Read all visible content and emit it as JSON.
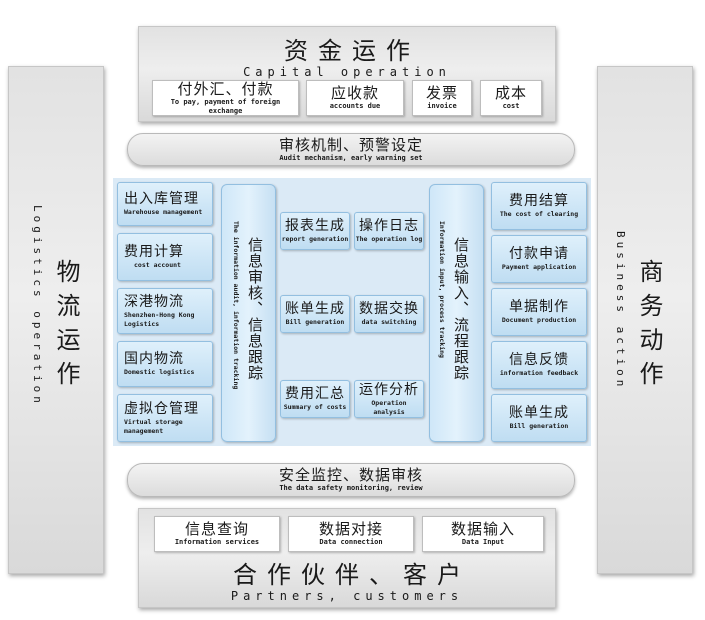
{
  "top": {
    "title_zh": "资金运作",
    "title_en": "Capital operation",
    "items": [
      {
        "zh": "付外汇、付款",
        "en": "To pay, payment of foreign exchange"
      },
      {
        "zh": "应收款",
        "en": "accounts due"
      },
      {
        "zh": "发票",
        "en": "invoice"
      },
      {
        "zh": "成本",
        "en": "cost"
      }
    ]
  },
  "bar_top": {
    "zh": "审核机制、预警设定",
    "en": "Audit mechanism, early warning set"
  },
  "bar_bottom": {
    "zh": "安全监控、数据审核",
    "en": "The data safety monitoring, review"
  },
  "left_side": {
    "en": "Logistics operation",
    "zh": "物流运作"
  },
  "right_side": {
    "en": "Business action",
    "zh": "商务动作"
  },
  "left_boxes": [
    {
      "zh": "出入库管理",
      "en": "Warehouse management"
    },
    {
      "zh": "费用计算",
      "en": "cost account"
    },
    {
      "zh": "深港物流",
      "en": "Shenzhen-Hong Kong Logistics"
    },
    {
      "zh": "国内物流",
      "en": "Domestic logistics"
    },
    {
      "zh": "虚拟仓管理",
      "en": "Virtual storage management"
    }
  ],
  "left_col": {
    "zh": "信息审核、信息跟踪",
    "en": "The information audit, information tracking"
  },
  "right_col": {
    "zh": "信息输入、流程跟踪",
    "en": "Information input, process tracking"
  },
  "center_boxes": [
    {
      "zh": "报表生成",
      "en": "report generation"
    },
    {
      "zh": "操作日志",
      "en": "The operation log"
    },
    {
      "zh": "账单生成",
      "en": "Bill generation"
    },
    {
      "zh": "数据交换",
      "en": "data switching"
    },
    {
      "zh": "费用汇总",
      "en": "Summary of costs"
    },
    {
      "zh": "运作分析",
      "en": "Operation analysis"
    }
  ],
  "right_boxes": [
    {
      "zh": "费用结算",
      "en": "The cost of clearing"
    },
    {
      "zh": "付款申请",
      "en": "Payment application"
    },
    {
      "zh": "单据制作",
      "en": "Document production"
    },
    {
      "zh": "信息反馈",
      "en": "information feedback"
    },
    {
      "zh": "账单生成",
      "en": "Bill generation"
    }
  ],
  "bottom": {
    "title_zh": "合作伙伴、客户",
    "title_en": "Partners, customers",
    "items": [
      {
        "zh": "信息查询",
        "en": "Information services"
      },
      {
        "zh": "数据对接",
        "en": "Data connection"
      },
      {
        "zh": "数据输入",
        "en": "Data Input"
      }
    ]
  }
}
